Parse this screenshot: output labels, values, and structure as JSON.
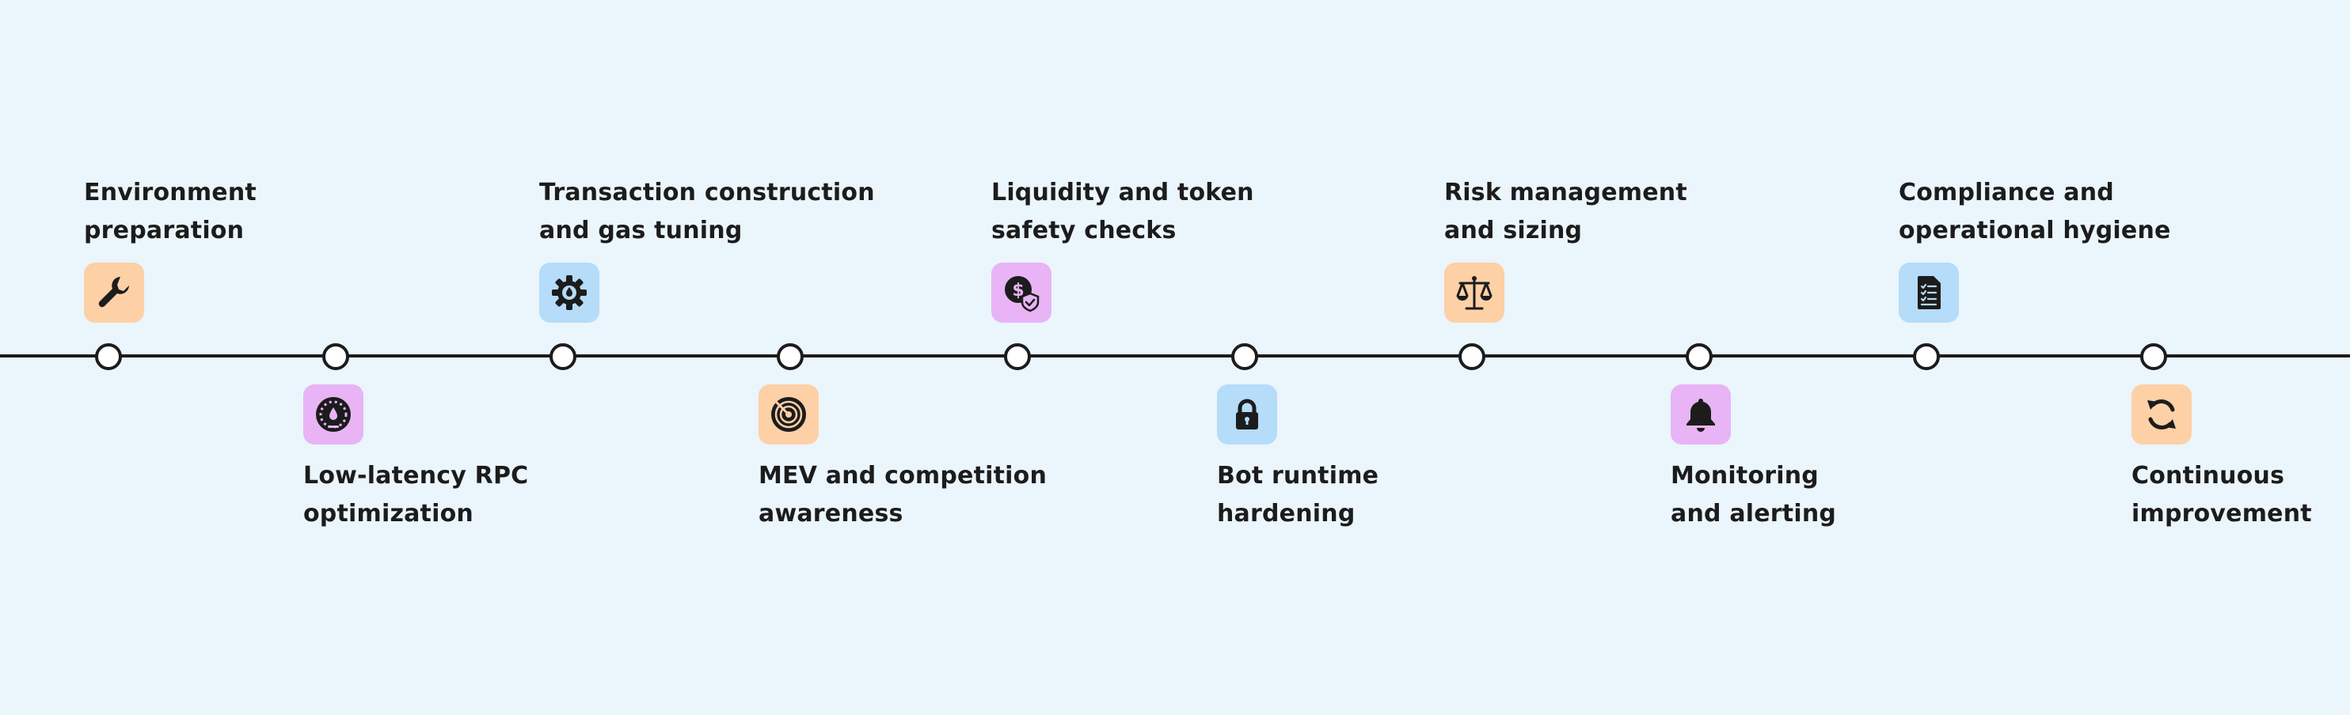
{
  "colors": {
    "background": "#ebf5fc",
    "line": "#1c1c1c",
    "orange": "#fdd0a6",
    "blue": "#b5dcf9",
    "purple": "#e8b4f5"
  },
  "steps": [
    {
      "lines": [
        "Environment",
        "preparation"
      ],
      "icon": "wrench-icon",
      "tile": "orange"
    },
    {
      "lines": [
        "Low-latency RPC",
        "optimization"
      ],
      "icon": "speedometer-icon",
      "tile": "purple"
    },
    {
      "lines": [
        "Transaction construction",
        "and gas tuning"
      ],
      "icon": "gear-icon",
      "tile": "blue"
    },
    {
      "lines": [
        "MEV and competition",
        "awareness"
      ],
      "icon": "radar-icon",
      "tile": "orange"
    },
    {
      "lines": [
        "Liquidity and token",
        "safety checks"
      ],
      "icon": "dollar-shield-icon",
      "tile": "purple"
    },
    {
      "lines": [
        "Bot runtime",
        "hardening"
      ],
      "icon": "lock-icon",
      "tile": "blue"
    },
    {
      "lines": [
        "Risk management",
        "and sizing"
      ],
      "icon": "scales-icon",
      "tile": "orange"
    },
    {
      "lines": [
        "Monitoring",
        "and alerting"
      ],
      "icon": "bell-icon",
      "tile": "purple"
    },
    {
      "lines": [
        "Compliance and",
        "operational hygiene"
      ],
      "icon": "checklist-icon",
      "tile": "blue"
    },
    {
      "lines": [
        "Continuous",
        "improvement"
      ],
      "icon": "refresh-icon",
      "tile": "orange"
    }
  ]
}
